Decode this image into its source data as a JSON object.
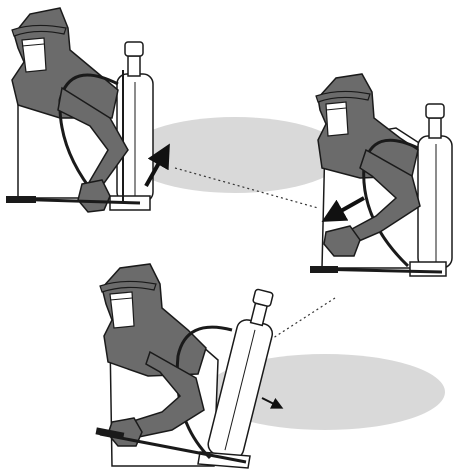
{
  "colors": {
    "background": "#ffffff",
    "hood": "#6b6b6b",
    "outline": "#1a1a1a",
    "suit": "#ffffff",
    "shadow": "#d9d9d9",
    "arrow": "#111111",
    "dotted_line": "#333333"
  },
  "figures": [
    {
      "id": "figure-top-left",
      "pose": "arm-reaching-up",
      "arrow_direction": "up-right"
    },
    {
      "id": "figure-mid-right",
      "pose": "arm-reaching-down",
      "arrow_direction": "down-left"
    },
    {
      "id": "figure-bottom",
      "pose": "arm-lowered",
      "arrow_direction": "down-right"
    }
  ]
}
